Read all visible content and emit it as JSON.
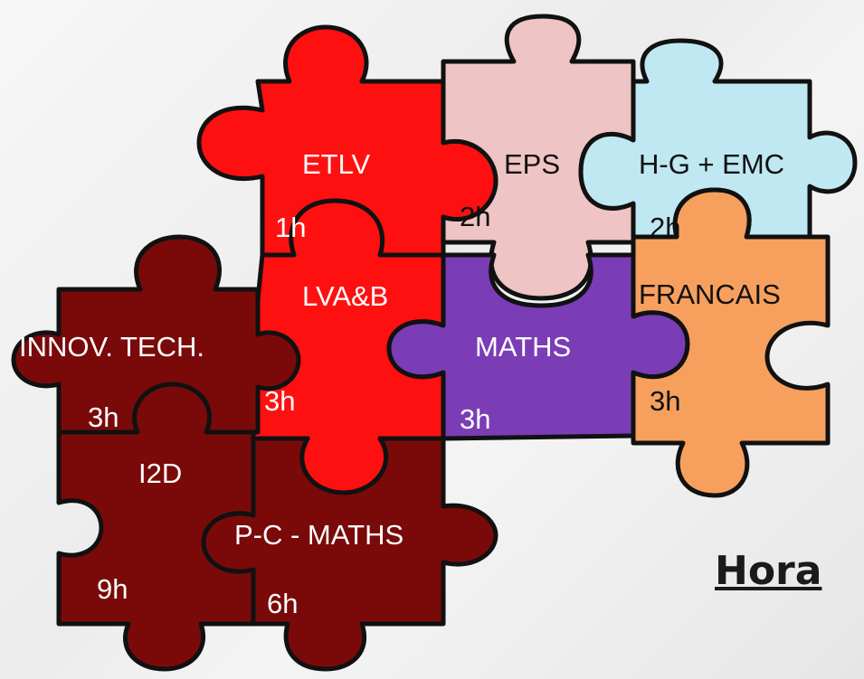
{
  "pieces": [
    {
      "id": "innov-tech",
      "subject": "INNOV. TECH.",
      "hours": "3h",
      "color": "#7a0a0a"
    },
    {
      "id": "i2d",
      "subject": "I2D",
      "hours": "9h",
      "color": "#7a0a0a"
    },
    {
      "id": "pc-maths",
      "subject": "P-C - MATHS",
      "hours": "6h",
      "color": "#7a0a0a"
    },
    {
      "id": "etlv",
      "subject": "ETLV",
      "hours": "1h",
      "color": "#ff1010"
    },
    {
      "id": "lva-b",
      "subject": "LVA&B",
      "hours": "3h",
      "color": "#ff1010"
    },
    {
      "id": "eps",
      "subject": "EPS",
      "hours": "2h",
      "color": "#efc4c4"
    },
    {
      "id": "maths",
      "subject": "MATHS",
      "hours": "3h",
      "color": "#7a3db5"
    },
    {
      "id": "hg-emc",
      "subject": "H-G + EMC",
      "hours": "2h",
      "color": "#bfe8f2"
    },
    {
      "id": "francais",
      "subject": "FRANCAIS",
      "hours": "3h",
      "color": "#f7a05e"
    }
  ],
  "heading": "Hora"
}
